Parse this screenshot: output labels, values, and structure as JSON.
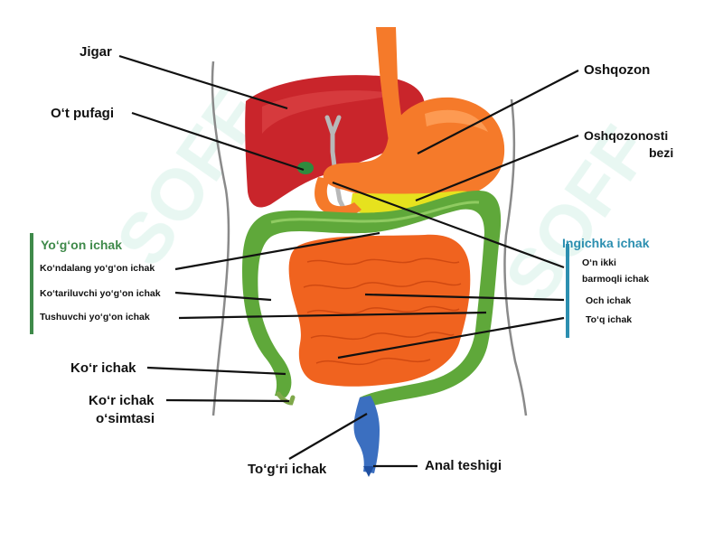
{
  "colors": {
    "liver": "#c9252b",
    "stomach": "#f57a2a",
    "colon": "#5fa83a",
    "small_intestine": "#f0631f",
    "pancreas": "#e6e21e",
    "rectum": "#3b6fc0",
    "group_left": "#3f8a4a",
    "group_right": "#2c8fb0",
    "watermark": "#cfeee3"
  },
  "labels": {
    "jigar": "Jigar",
    "ot_pufagi": "O‘t pufagi",
    "oshqozon": "Oshqozon",
    "oshqozonosti_1": "Oshqozonosti",
    "oshqozonosti_2": "bezi",
    "kor_ichak": "Ko‘r ichak",
    "kor_ichak_osimtasi_1": "Ko‘r ichak",
    "kor_ichak_osimtasi_2": "o‘simtasi",
    "togri_ichak": "To‘g‘ri ichak",
    "anal_teshigi": "Anal teshigi"
  },
  "yogon_ichak": {
    "title": "Yo‘g‘on ichak",
    "items": [
      "Ko‘ndalang yo‘g‘on ichak",
      "Ko‘tariluvchi yo‘g‘on ichak",
      "Tushuvchi yo‘g‘on ichak"
    ]
  },
  "ingichka_ichak": {
    "title": "Ingichka ichak",
    "item1_line1": "O‘n ikki",
    "item1_line2": "barmoqli ichak",
    "item2": "Och ichak",
    "item3": "To‘q ichak"
  },
  "watermark": "SOFF"
}
